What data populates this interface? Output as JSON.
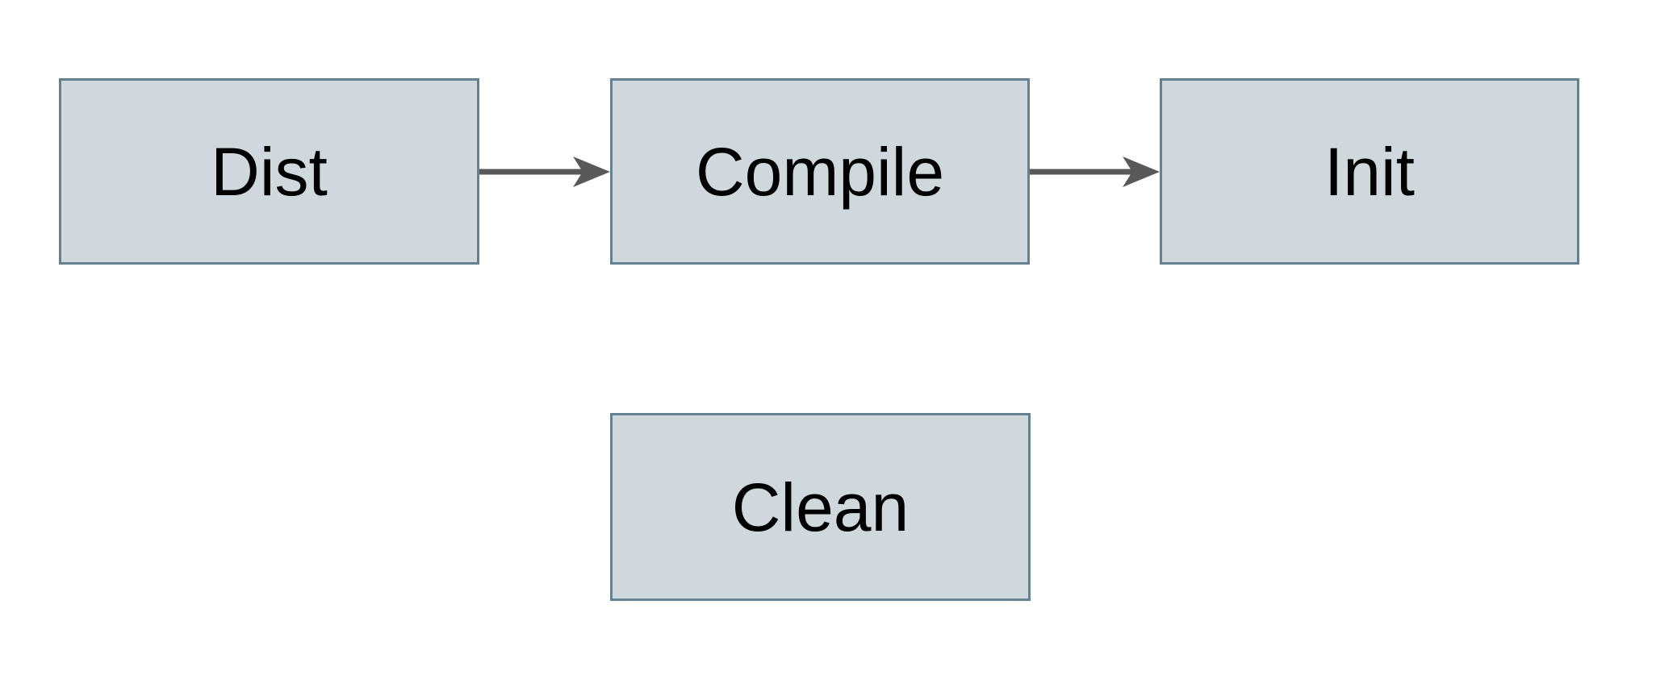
{
  "diagram": {
    "nodes": {
      "dist": {
        "label": "Dist"
      },
      "compile": {
        "label": "Compile"
      },
      "init": {
        "label": "Init"
      },
      "clean": {
        "label": "Clean"
      }
    },
    "edges": [
      {
        "from": "Dist",
        "to": "Compile",
        "direction": "right"
      },
      {
        "from": "Compile",
        "to": "Init",
        "direction": "right"
      }
    ],
    "colors": {
      "background": "#ffffff",
      "node_fill": "#cfd8dc",
      "node_border": "#65818f",
      "arrow": "#595959",
      "text": "#000000"
    }
  }
}
